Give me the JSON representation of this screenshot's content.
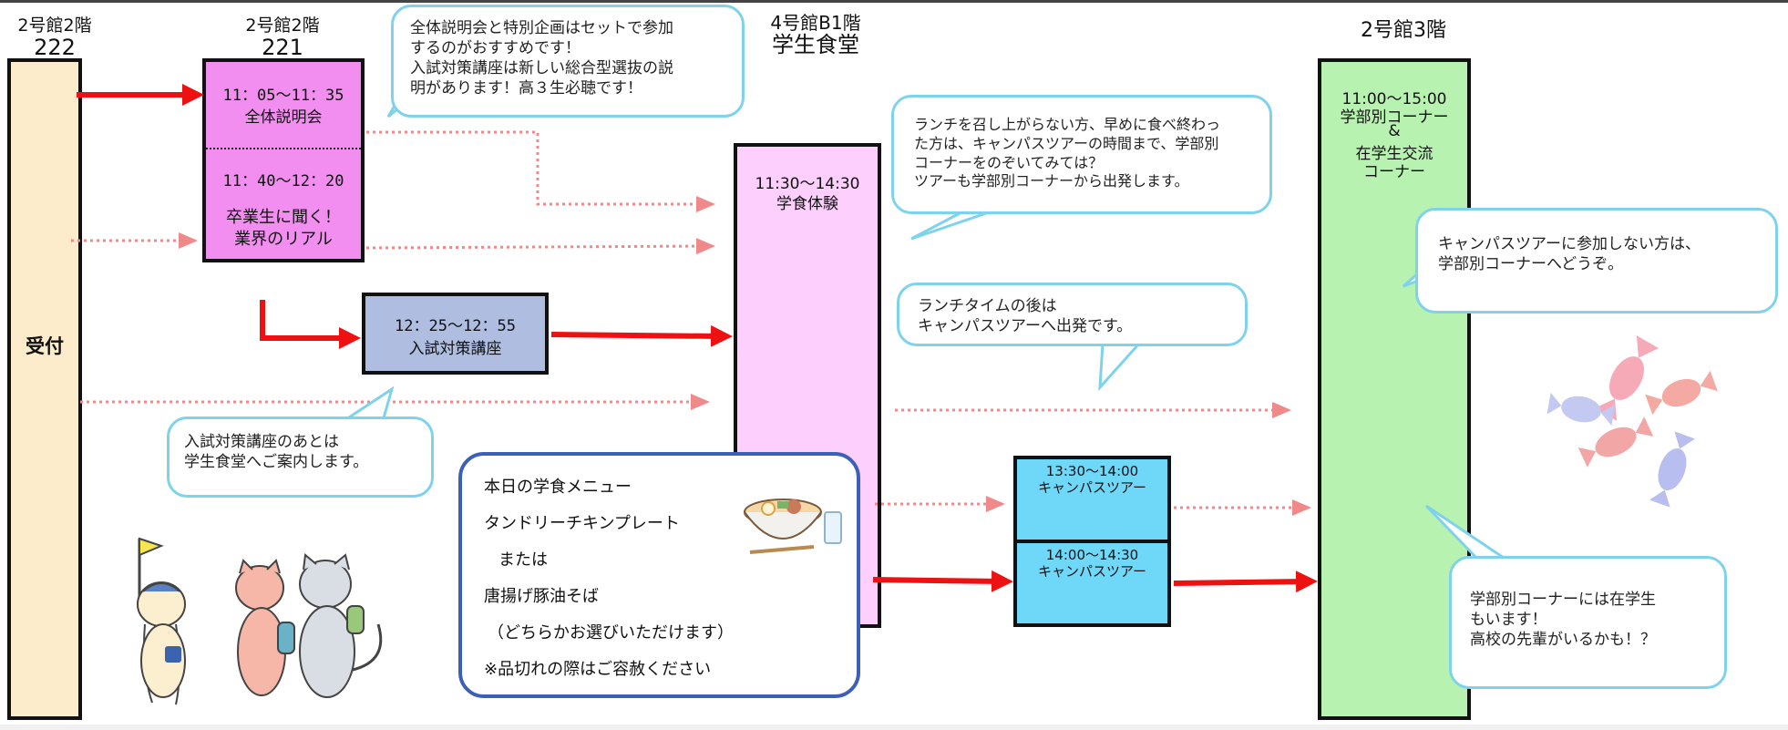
{
  "colors": {
    "reception": "#fdeccb",
    "session": "#f28ef0",
    "exam": "#aebde0",
    "cafeteria": "#fccffc",
    "tour": "#6fd7f8",
    "faculty": "#b8f2b0",
    "bubble_border": "#7fd2ec",
    "arrow_red": "#ee1111",
    "arrow_dotted": "#f08a8a"
  },
  "headers": {
    "b2f2_222_floor": "2号館2階",
    "b2f2_222_room": "222",
    "b2f2_221_floor": "2号館2階",
    "b2f2_221_room": "221",
    "b4_b1_floor": "4号館B1階",
    "b4_b1_name": "学生食堂",
    "b2f3_floor": "2号館3階"
  },
  "reception": {
    "label": "受付"
  },
  "overview": {
    "time": "11：05〜11：35",
    "title": "全体説明会"
  },
  "alumni": {
    "time": "11：40〜12：20",
    "title_line1": "卒業生に聞く！",
    "title_line2": "業界のリアル"
  },
  "exam_course": {
    "time": "12：25〜12：55",
    "title": "入試対策講座"
  },
  "cafeteria": {
    "time": "11:30〜14:30",
    "title": "学食体験"
  },
  "tour1": {
    "time": "13:30〜14:00",
    "title": "キャンパスツアー"
  },
  "tour2": {
    "time": "14:00〜14:30",
    "title": "キャンパスツアー"
  },
  "faculty": {
    "time": "11:00〜15:00",
    "line1": "学部別コーナー",
    "line2": "&",
    "line3": "在学生交流",
    "line4": "コーナー"
  },
  "bubbles": {
    "set_recommend": [
      "全体説明会と特別企画はセットで参加",
      "するのがおすすめです！",
      "入試対策講座は新しい総合型選抜の説",
      "明があります！高３生必聴です！"
    ],
    "after_exam": [
      "入試対策講座のあとは",
      "学生食堂へご案内します。"
    ],
    "lunch_skip": [
      "ランチを召し上がらない方、早めに食べ終わっ",
      "た方は、キャンパスツアーの時間まで、学部別",
      "コーナーをのぞいてみては？",
      "ツアーも学部別コーナーから出発します。"
    ],
    "after_lunch": [
      "ランチタイムの後は",
      "キャンパスツアーへ出発です。"
    ],
    "no_tour": [
      "キャンパスツアーに参加しない方は、",
      "学部別コーナーへどうぞ。"
    ],
    "students": [
      "学部別コーナーには在学生",
      "もいます！",
      "高校の先輩がいるかも！？"
    ]
  },
  "menu": {
    "heading": "本日の学食メニュー",
    "item1": "タンドリーチキンプレート",
    "or": "または",
    "item2": "唐揚げ豚油そば",
    "note1": "（どちらかお選びいただけます）",
    "note2": "※品切れの際はご容赦ください"
  },
  "illustrations": {
    "cats": "cat-characters-illustration",
    "ramen": "ramen-bowl-icon",
    "candies": "candy-decoration-icon"
  }
}
